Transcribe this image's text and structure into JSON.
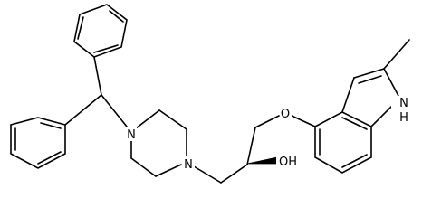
{
  "molecule": {
    "atom_labels": {
      "piperazine_n_upper": "N",
      "piperazine_n_lower": "N",
      "ether_oxygen": "O",
      "hydroxyl": "OH",
      "indole_nh": "N",
      "indole_nh_h": "H"
    },
    "stereo": {
      "carbinol_center": "wedge"
    },
    "colors": {
      "bond": "#000000",
      "label": "#000000",
      "background": "#ffffff"
    }
  }
}
